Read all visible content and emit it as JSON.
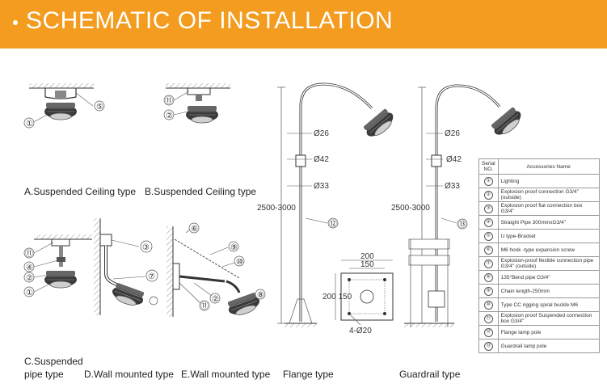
{
  "header": {
    "title": "SCHEMATIC OF INSTALLATION"
  },
  "captions": {
    "a": "A.Suspended Ceiling type",
    "b": "B.Suspended Ceiling type",
    "c1": "C.Suspended",
    "c2": "pipe type",
    "d": "D.Wall mounted type",
    "e": "E.Wall mounted type",
    "flange": "Flange type",
    "guardrail": "Guardrail type"
  },
  "callouts": {
    "one": "①",
    "two": "②",
    "three": "③",
    "four": "④",
    "five": "⑤",
    "six": "⑥",
    "seven": "⑦",
    "eight": "⑧",
    "nine": "⑨",
    "ten": "⑩",
    "eleven": "⑪",
    "twelve": "⑫",
    "thirteen": "⑬"
  },
  "flange_dims": {
    "d26": "Ø26",
    "d42": "Ø42",
    "d33": "Ø33",
    "height": "2500-3000"
  },
  "guardrail_dims": {
    "d26": "Ø26",
    "d42": "Ø42",
    "d33": "Ø33",
    "height": "2500-3000"
  },
  "plate_dims": {
    "w200": "200",
    "w150": "150",
    "h": "200 150",
    "holes": "4-Ø20"
  },
  "table": {
    "header_serial": "Serial NO.",
    "header_name": "Accessories Name",
    "rows": [
      {
        "no": "①",
        "name": "Lighting"
      },
      {
        "no": "②",
        "name": "Explosion proof connection G3/4\" (outside)"
      },
      {
        "no": "③",
        "name": "Explosion proof flat connection box G3/4\""
      },
      {
        "no": "④",
        "name": "Straight Pipe 300mmxG3/4\""
      },
      {
        "no": "⑤",
        "name": "U type-Bracket"
      },
      {
        "no": "⑥",
        "name": "M6 hook -type expansion screw"
      },
      {
        "no": "⑦",
        "name": "Explosion-proof flexible connection pipe G3/4\" (outside)"
      },
      {
        "no": "⑧",
        "name": "135°Bend pipe G3/4\""
      },
      {
        "no": "⑨",
        "name": "Chain length-250mm"
      },
      {
        "no": "⑩",
        "name": "Type CC rigging spiral buckle M6"
      },
      {
        "no": "⑪",
        "name": "Explosion proof Suspended connection box G3/4\""
      },
      {
        "no": "⑫",
        "name": "Flange lamp pole"
      },
      {
        "no": "⑬",
        "name": "Guardrail lamp pole"
      }
    ]
  }
}
